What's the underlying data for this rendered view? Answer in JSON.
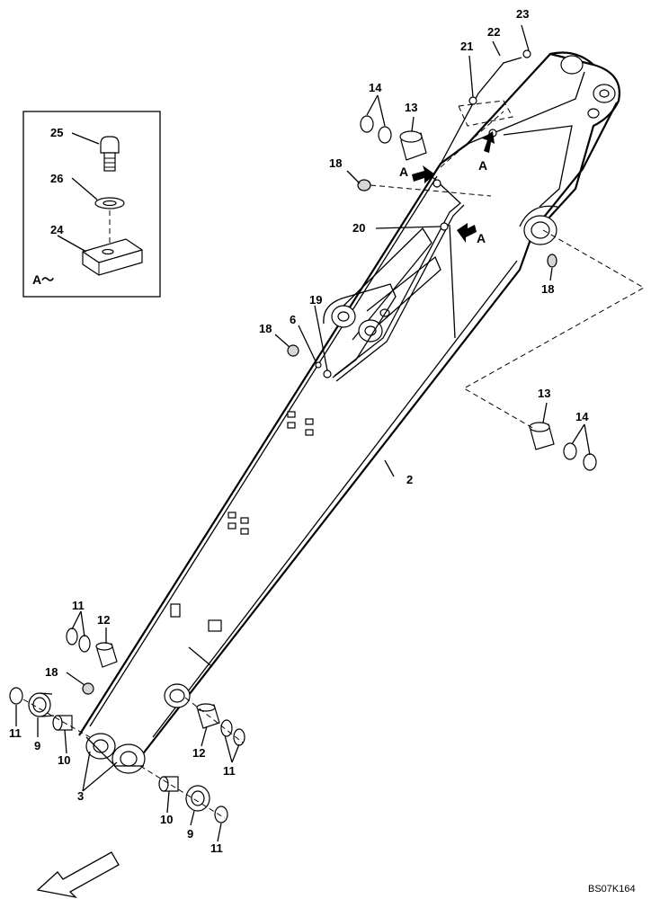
{
  "callouts": {
    "c2": "2",
    "c3": "3",
    "c6": "6",
    "c9_left": "9",
    "c9_bottom": "9",
    "c10_left": "10",
    "c10_bottom": "10",
    "c11_top": "11",
    "c11_far_left": "11",
    "c11_right": "11",
    "c11_bottom": "11",
    "c12_top": "12",
    "c12_right": "12",
    "c13_top": "13",
    "c13_right": "13",
    "c14_top": "14",
    "c14_right": "14",
    "c18_top": "18",
    "c18_mid": "18",
    "c18_right": "18",
    "c18_lower": "18",
    "c19": "19",
    "c20": "20",
    "c21": "21",
    "c22": "22",
    "c23": "23",
    "c24": "24",
    "c25": "25",
    "c26": "26"
  },
  "view_markers": {
    "a1": "A",
    "a2": "A",
    "a3": "A",
    "detail_label": "A～"
  },
  "drawing_code": "BS07K164"
}
